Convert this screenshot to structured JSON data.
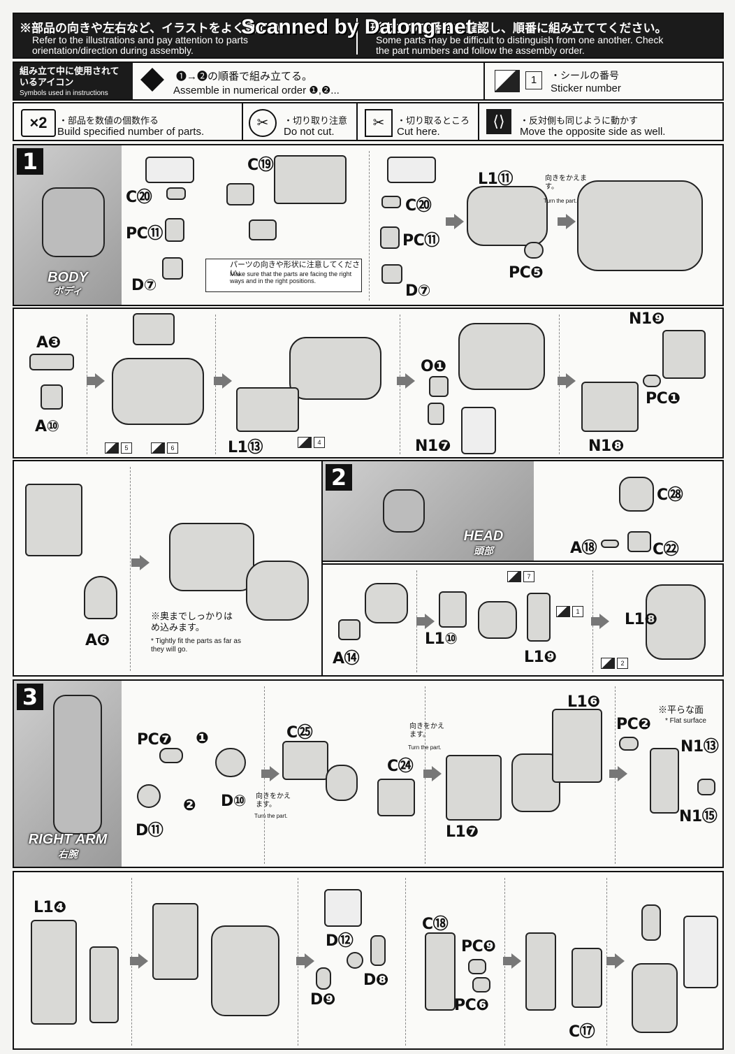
{
  "header": {
    "watermark": "Scanned by Dalong.net",
    "left_jp": "※部品の向きや左右など、イラストをよく見てい",
    "left_en": "Refer to the illustrations and pay attention to parts orientation/direction during assembly.",
    "right_jp": "形ますので番号を確認し、順番に組み立ててください。",
    "right_en": "Some parts may be difficult to distinguish from one another. Check the part numbers and follow the assembly order."
  },
  "legend": {
    "title_jp": "組み立て中に使用されているアイコン",
    "title_en": "Symbols used in instructions",
    "order_jp": "❶→❷の順番で組み立てる。",
    "order_en": "Assemble in numerical order ❶,❷...",
    "sticker_jp": "・シールの番号",
    "sticker_en": "Sticker number",
    "sticker_example": "1",
    "multiply_icon": "×2",
    "multiply_jp": "・部品を数値の個数作る",
    "multiply_en": "Build specified number of parts.",
    "nocut_jp": "・切り取り注意",
    "nocut_en": "Do not cut.",
    "cut_jp": "・切り取るところ",
    "cut_en": "Cut here.",
    "opposite_jp": "・反対側も同じように動かす",
    "opposite_en": "Move the opposite side as well."
  },
  "sections": {
    "body": {
      "number": "1",
      "tag_en": "BODY",
      "tag_jp": "ボディ"
    },
    "head": {
      "number": "2",
      "tag_en": "HEAD",
      "tag_jp": "頭部"
    },
    "right_arm": {
      "number": "3",
      "tag_en": "RIGHT ARM",
      "tag_jp": "右腕"
    }
  },
  "labels": {
    "c19": "C⑲",
    "c20": "C⑳",
    "pc11": "PC⑪",
    "d7": "D⑦",
    "c20b": "C⑳",
    "pc11b": "PC⑪",
    "d7b": "D⑦",
    "l1_11": "L1⑪",
    "pc5": "PC❺",
    "turn_jp": "向きをかえます。",
    "turn_en": "Turn the part.",
    "caution_jp": "パーツの向きや形状に注意してください。",
    "caution_en": "Make sure that the parts are facing the right ways and in the right positions.",
    "a3": "A❸",
    "a10": "A⑩",
    "l1_13": "L1⑬",
    "o1": "O❶",
    "n1_7": "N1❼",
    "n1_9": "N1❾",
    "pc1": "PC❶",
    "n1_8": "N1❽",
    "stk5": "5",
    "stk6": "6",
    "stk4": "4",
    "a6": "A❻",
    "fit_jp": "※奥までしっかりはめ込みます。",
    "fit_en": "* Tightly fit the parts as far as they will go.",
    "c28": "C㉘",
    "a18": "A⑱",
    "c22": "C㉒",
    "a14": "A⑭",
    "l1_10": "L1⑩",
    "l1_9": "L1❾",
    "l1_8": "L1❽",
    "stk7": "7",
    "stk1": "1",
    "stk2": "2",
    "pc7": "PC❼",
    "d11": "D⑪",
    "d10": "D⑩",
    "c25": "C㉕",
    "c24": "C㉔",
    "l1_6": "L1❻",
    "l1_7": "L1❼",
    "pc2": "PC❷",
    "n1_13": "N1⑬",
    "n1_15": "N1⑮",
    "flat_jp": "※平らな面",
    "flat_en": "* Flat surface",
    "l1_4": "L1❹",
    "d12": "D⑫",
    "d9": "D❾",
    "d8": "D❽",
    "c18": "C⑱",
    "pc9": "PC❾",
    "pc6": "PC❻",
    "c17": "C⑰",
    "step1": "❶",
    "step2": "❷"
  }
}
